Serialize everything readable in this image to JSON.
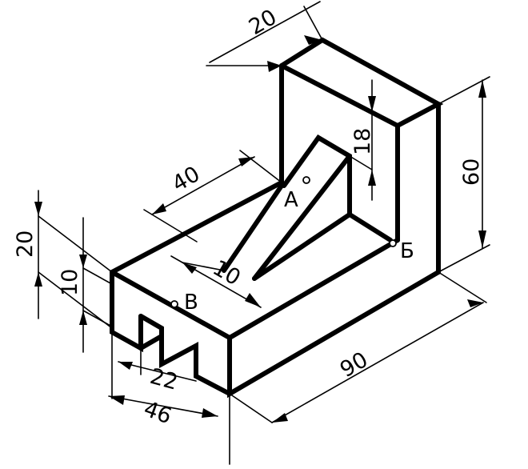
{
  "dimensions": {
    "d20_top": "20",
    "d18": "18",
    "d60": "60",
    "d40": "40",
    "d10_slot": "10",
    "d20_left": "20",
    "d10_left": "10",
    "d22": "22",
    "d46": "46",
    "d90": "90"
  },
  "points": {
    "a": "A",
    "b": "Б",
    "v": "В"
  }
}
